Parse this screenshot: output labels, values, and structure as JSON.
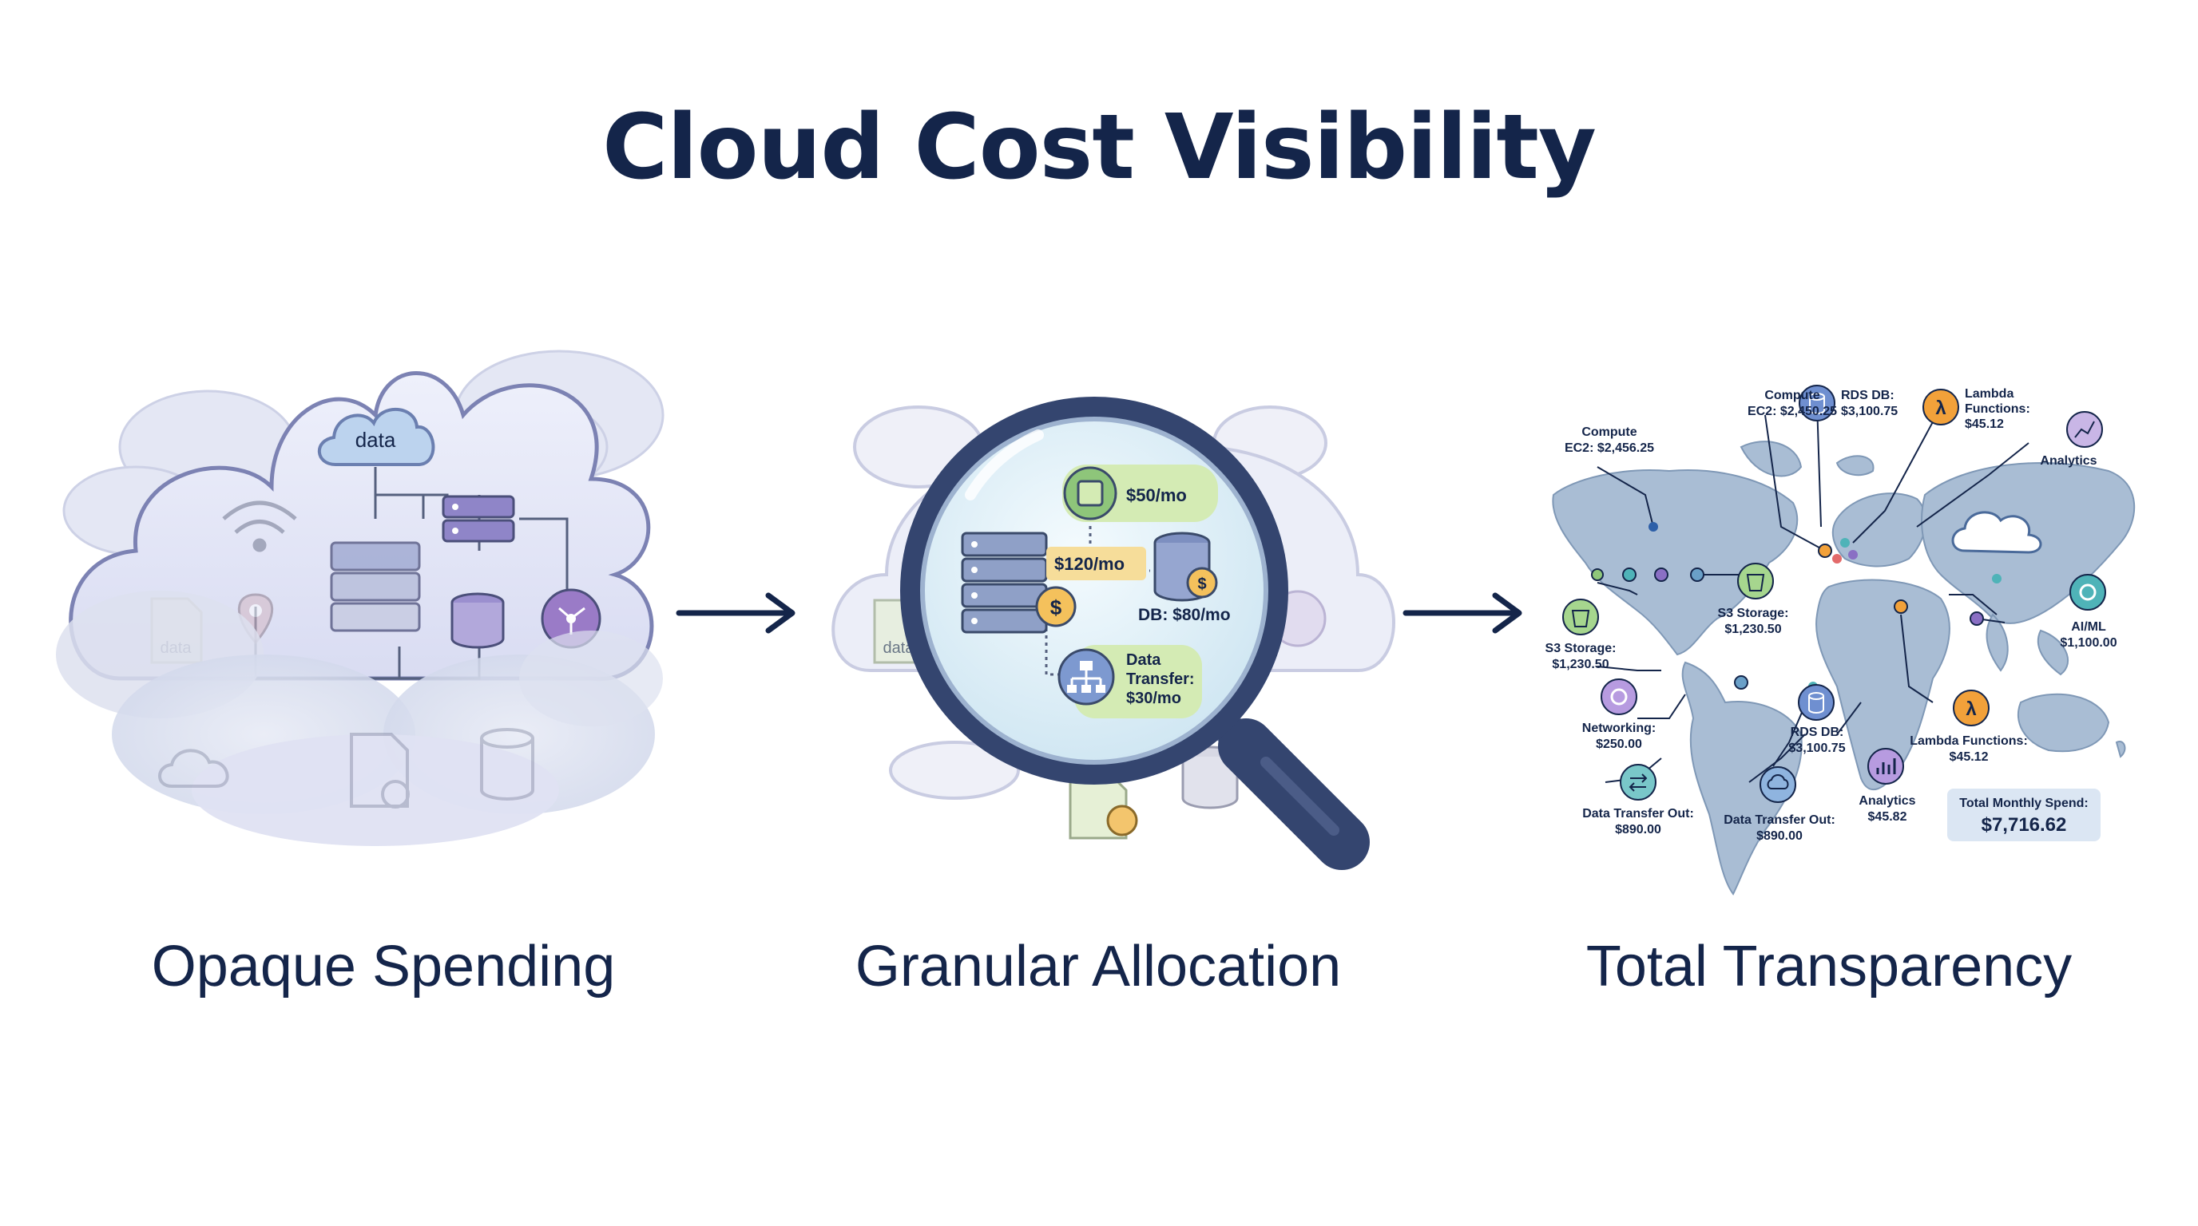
{
  "title": "Cloud Cost Visibility",
  "panels": {
    "opaque": {
      "label": "Opaque Spending",
      "cloud_tag": "data",
      "doc_tag": "data"
    },
    "granular": {
      "label": "Granular Allocation",
      "doc_tag": "data",
      "costs": {
        "compute": "$50/mo",
        "servers": "$120/mo",
        "db": "DB: $80/mo",
        "transfer_line1": "Data",
        "transfer_line2": "Transfer:",
        "transfer_line3": "$30/mo"
      }
    },
    "transparency": {
      "label": "Total Transparency",
      "callouts": {
        "compute_top_title": "Compute",
        "compute_top_value": "EC2: $2,450.25",
        "compute_left_title": "Compute",
        "compute_left_value": "EC2: $2,456.25",
        "rds_top_title": "RDS DB:",
        "rds_top_value": "$3,100.75",
        "lambda_top_title": "Lambda",
        "lambda_top_mid": "Functions:",
        "lambda_top_value": "$45.12",
        "analytics_top": "Analytics",
        "s3_mid_title": "S3 Storage:",
        "s3_mid_value": "$1,230.50",
        "s3_left_title": "S3 Storage:",
        "s3_left_value": "$1,230.50",
        "aiml_title": "AI/ML",
        "aiml_value": "$1,100.00",
        "networking_title": "Networking:",
        "networking_value": "$250.00",
        "rds_bottom_title": "RDS DB:",
        "rds_bottom_value": "$3,100.75",
        "lambda_bottom_title": "Lambda Functions:",
        "lambda_bottom_value": "$45.12",
        "transfer_left_title": "Data Transfer Out:",
        "transfer_left_value": "$890.00",
        "transfer_mid_title": "Data Transfer Out:",
        "transfer_mid_value": "$890.00",
        "analytics_bottom_title": "Analytics",
        "analytics_bottom_value": "$45.82",
        "total_title": "Total Monthly Spend:",
        "total_value": "$7,716.62"
      }
    }
  },
  "colors": {
    "navy": "#14254a",
    "lavender": "#a9a2d6",
    "teal": "#4fb3b8",
    "orange": "#f2a13a",
    "green": "#8fc77a",
    "purple": "#9b6fc4",
    "map_blue": "#9db4ce"
  },
  "icons": [
    "data-cloud-icon",
    "wifi-icon",
    "location-pin-icon",
    "server-rack-icon",
    "database-icon",
    "network-node-icon",
    "document-icon",
    "dollar-coin-icon",
    "magnifying-glass-icon",
    "cpu-chip-icon",
    "hierarchy-icon",
    "world-map-icon",
    "bucket-icon",
    "lambda-icon",
    "analytics-chart-icon",
    "gear-icon",
    "transfer-arrows-icon",
    "arrow-right-icon"
  ]
}
